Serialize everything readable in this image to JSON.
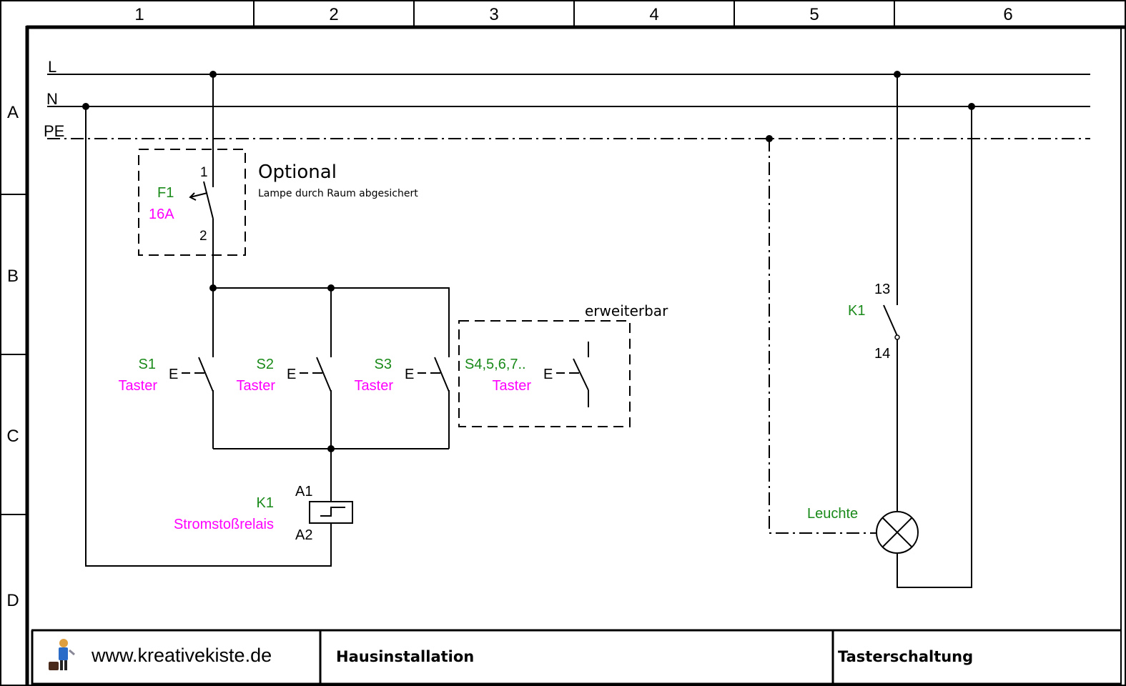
{
  "frame": {
    "columns": [
      "1",
      "2",
      "3",
      "4",
      "5",
      "6"
    ],
    "rows": [
      "A",
      "B",
      "C",
      "D"
    ]
  },
  "buses": {
    "L": "L",
    "N": "N",
    "PE": "PE"
  },
  "fuse": {
    "id": "F1",
    "rating": "16A",
    "pin_top": "1",
    "pin_bottom": "2",
    "note_title": "Optional",
    "note_text": "Lampe durch Raum abgesichert"
  },
  "buttons": [
    {
      "id": "S1",
      "type": "Taster",
      "actuator": "E"
    },
    {
      "id": "S2",
      "type": "Taster",
      "actuator": "E"
    },
    {
      "id": "S3",
      "type": "Taster",
      "actuator": "E"
    },
    {
      "id": "S4,5,6,7..",
      "type": "Taster",
      "actuator": "E"
    }
  ],
  "expand_label": "erweiterbar",
  "relay": {
    "id": "K1",
    "type": "Stromstoßrelais",
    "pin_a1": "A1",
    "pin_a2": "A2"
  },
  "contact": {
    "id": "K1",
    "pin_top": "13",
    "pin_bottom": "14"
  },
  "lamp": {
    "label": "Leuchte"
  },
  "title_block": {
    "website": "www.kreativekiste.de",
    "project": "Hausinstallation",
    "drawing": "Tasterschaltung",
    "logo_icon": "worker-figure-icon"
  },
  "colors": {
    "designation": "#1a8a1a",
    "type": "#ff00ff",
    "line": "#000000"
  }
}
